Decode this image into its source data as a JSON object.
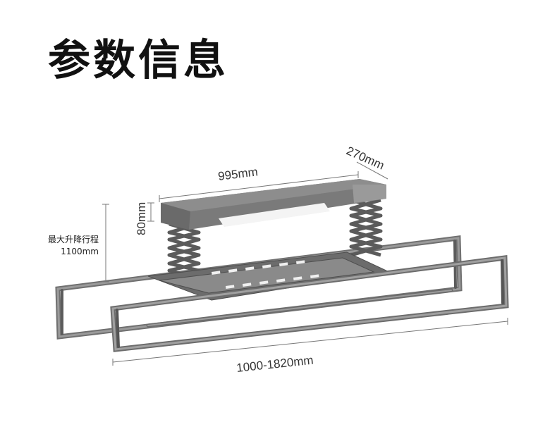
{
  "title": "参数信息",
  "dimensions": {
    "length": "995mm",
    "width": "270mm",
    "height": "80mm",
    "extension": "1000-1820mm"
  },
  "lift": {
    "label": "最大升降行程",
    "value": "1100mm"
  },
  "colors": {
    "frame": "#6f6f6f",
    "frame_dark": "#4e4e4e",
    "light_panel": "#f2f2f2",
    "dim_line": "#666666"
  }
}
